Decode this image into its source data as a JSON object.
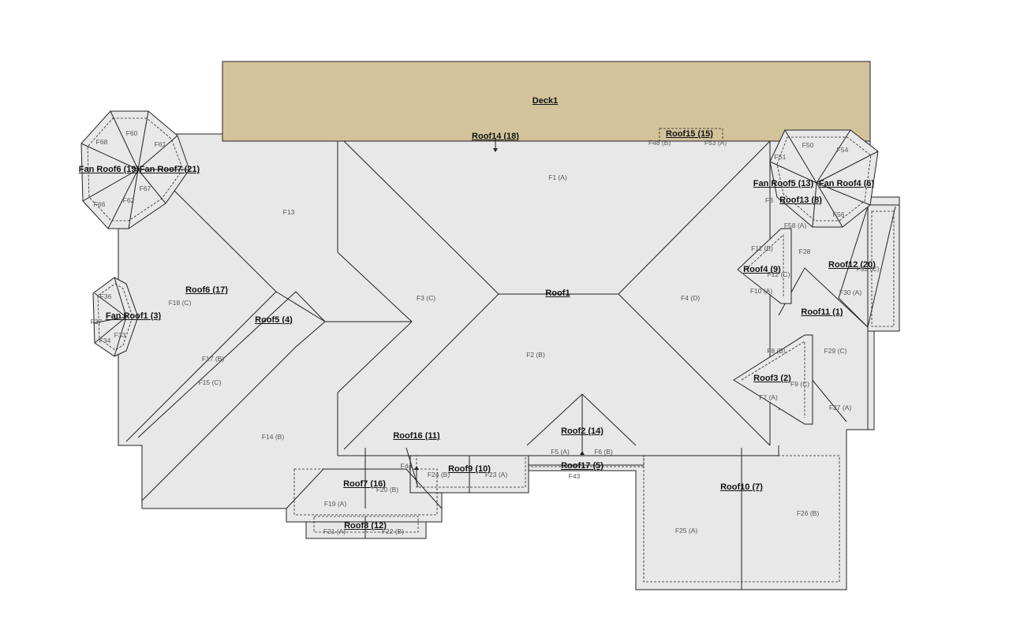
{
  "deck": {
    "label": "Deck1"
  },
  "roof_labels": [
    "Roof14  (18)",
    "Roof15  (15)",
    "Fan Roof6  (19)",
    "Fan Roof7  (21)",
    "Fan Roof5  (13)",
    "Fan Roof4  (6)",
    "Roof13  (8)",
    "Roof12  (20)",
    "Roof4  (9)",
    "Roof1",
    "Roof11  (1)",
    "Roof6  (17)",
    "Fan Roof1  (3)",
    "Roof5  (4)",
    "Roof3  (2)",
    "Roof16  (11)",
    "Roof2  (14)",
    "Roof9  (10)",
    "Roof17  (5)",
    "Roof7  (16)",
    "Roof10  (7)",
    "Roof8  (12)"
  ],
  "face_labels": [
    "F60",
    "F68",
    "F61",
    "F66",
    "F62",
    "F67",
    "F13",
    "F1 (A)",
    "F48 (B)",
    "F53 (A)",
    "F50",
    "F54",
    "F51",
    "F3",
    "F56",
    "F58 (A)",
    "F11 (B)",
    "F28",
    "F32 (C)",
    "F12 (C)",
    "F10 (A)",
    "F30 (A)",
    "F3 (C)",
    "F4 (D)",
    "F18 (C)",
    "F2 (B)",
    "F8 (B)",
    "F29 (C)",
    "F9 (C)",
    "F7 (A)",
    "F27 (A)",
    "F17 (B)",
    "F15 (C)",
    "F14 (B)",
    "F5 (A)",
    "F6 (B)",
    "F43",
    "F24 (B)",
    "F23 (A)",
    "F20 (B)",
    "F19 (A)",
    "F21 (A)",
    "F22 (B)",
    "F25 (A)",
    "F26 (B)",
    "F37",
    "F33",
    "F34",
    "F36",
    "F44"
  ]
}
